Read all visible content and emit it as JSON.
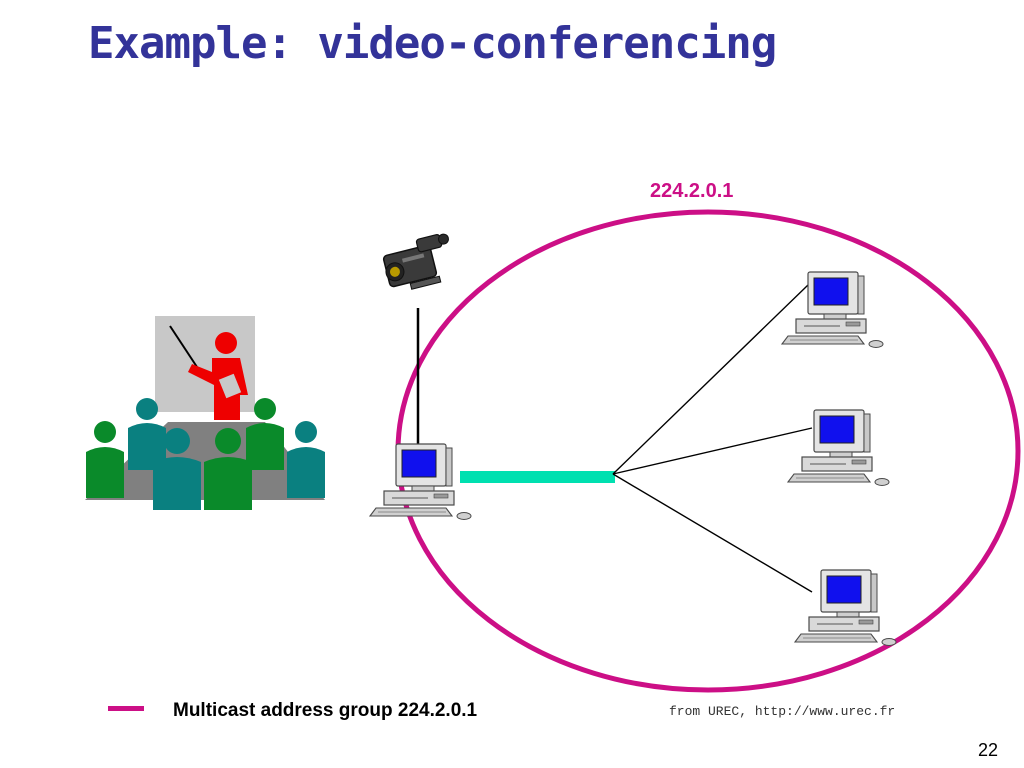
{
  "slide": {
    "title": "Example: video-conferencing",
    "page_number": "22"
  },
  "diagram": {
    "group_address": "224.2.0.1",
    "legend": {
      "label": "Multicast address group 224.2.0.1",
      "color": "#cc0f86"
    },
    "source_credit": "from UREC, http://www.urec.fr",
    "link_color": "#00e0b0",
    "icons": [
      "meeting-room-icon",
      "video-camera-icon",
      "source-computer-icon",
      "receiver-computer-icon"
    ]
  },
  "colors": {
    "title": "#333399",
    "group_ellipse": "#cc0f86",
    "screen": "#0000ee"
  }
}
